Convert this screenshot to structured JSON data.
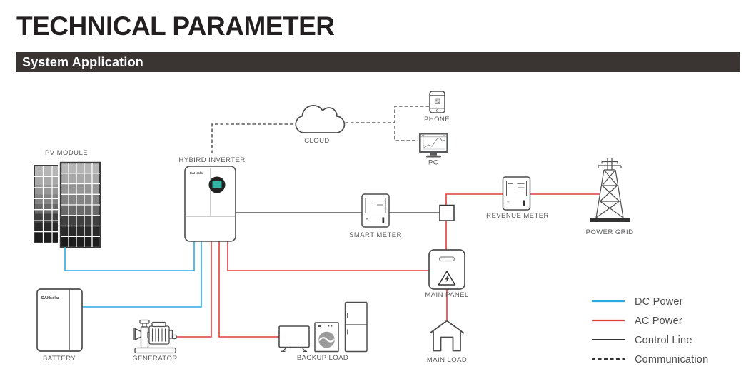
{
  "header": {
    "title": "TECHNICAL PARAMETER",
    "section": "System Application"
  },
  "brand": "DAHsolar",
  "nodes": {
    "pv_module": "PV MODULE",
    "inverter": "HYBIRD INVERTER",
    "cloud": "CLOUD",
    "phone": "PHONE",
    "pc": "PC",
    "smart_meter": "SMART METER",
    "revenue_meter": "REVENUE METER",
    "power_grid": "POWER GRID",
    "main_panel": "MAIN PANEL",
    "main_load": "MAIN LOAD",
    "battery": "BATTERY",
    "generator": "GENERATOR",
    "backup_load": "BACKUP LOAD"
  },
  "legend": [
    {
      "label": "DC Power",
      "color": "#29abe2",
      "style": "solid"
    },
    {
      "label": "AC Power",
      "color": "#e23d3d",
      "style": "solid"
    },
    {
      "label": "Control Line",
      "color": "#333333",
      "style": "solid"
    },
    {
      "label": "Communication",
      "color": "#333333",
      "style": "dashed"
    }
  ],
  "colors": {
    "dc": "#29abe2",
    "ac": "#e23d3d",
    "control": "#333333",
    "comm": "#3f3f3f",
    "inverter_screen": "#2fb5a3",
    "header_bar": "#3a3433",
    "title_text": "#231f20"
  }
}
